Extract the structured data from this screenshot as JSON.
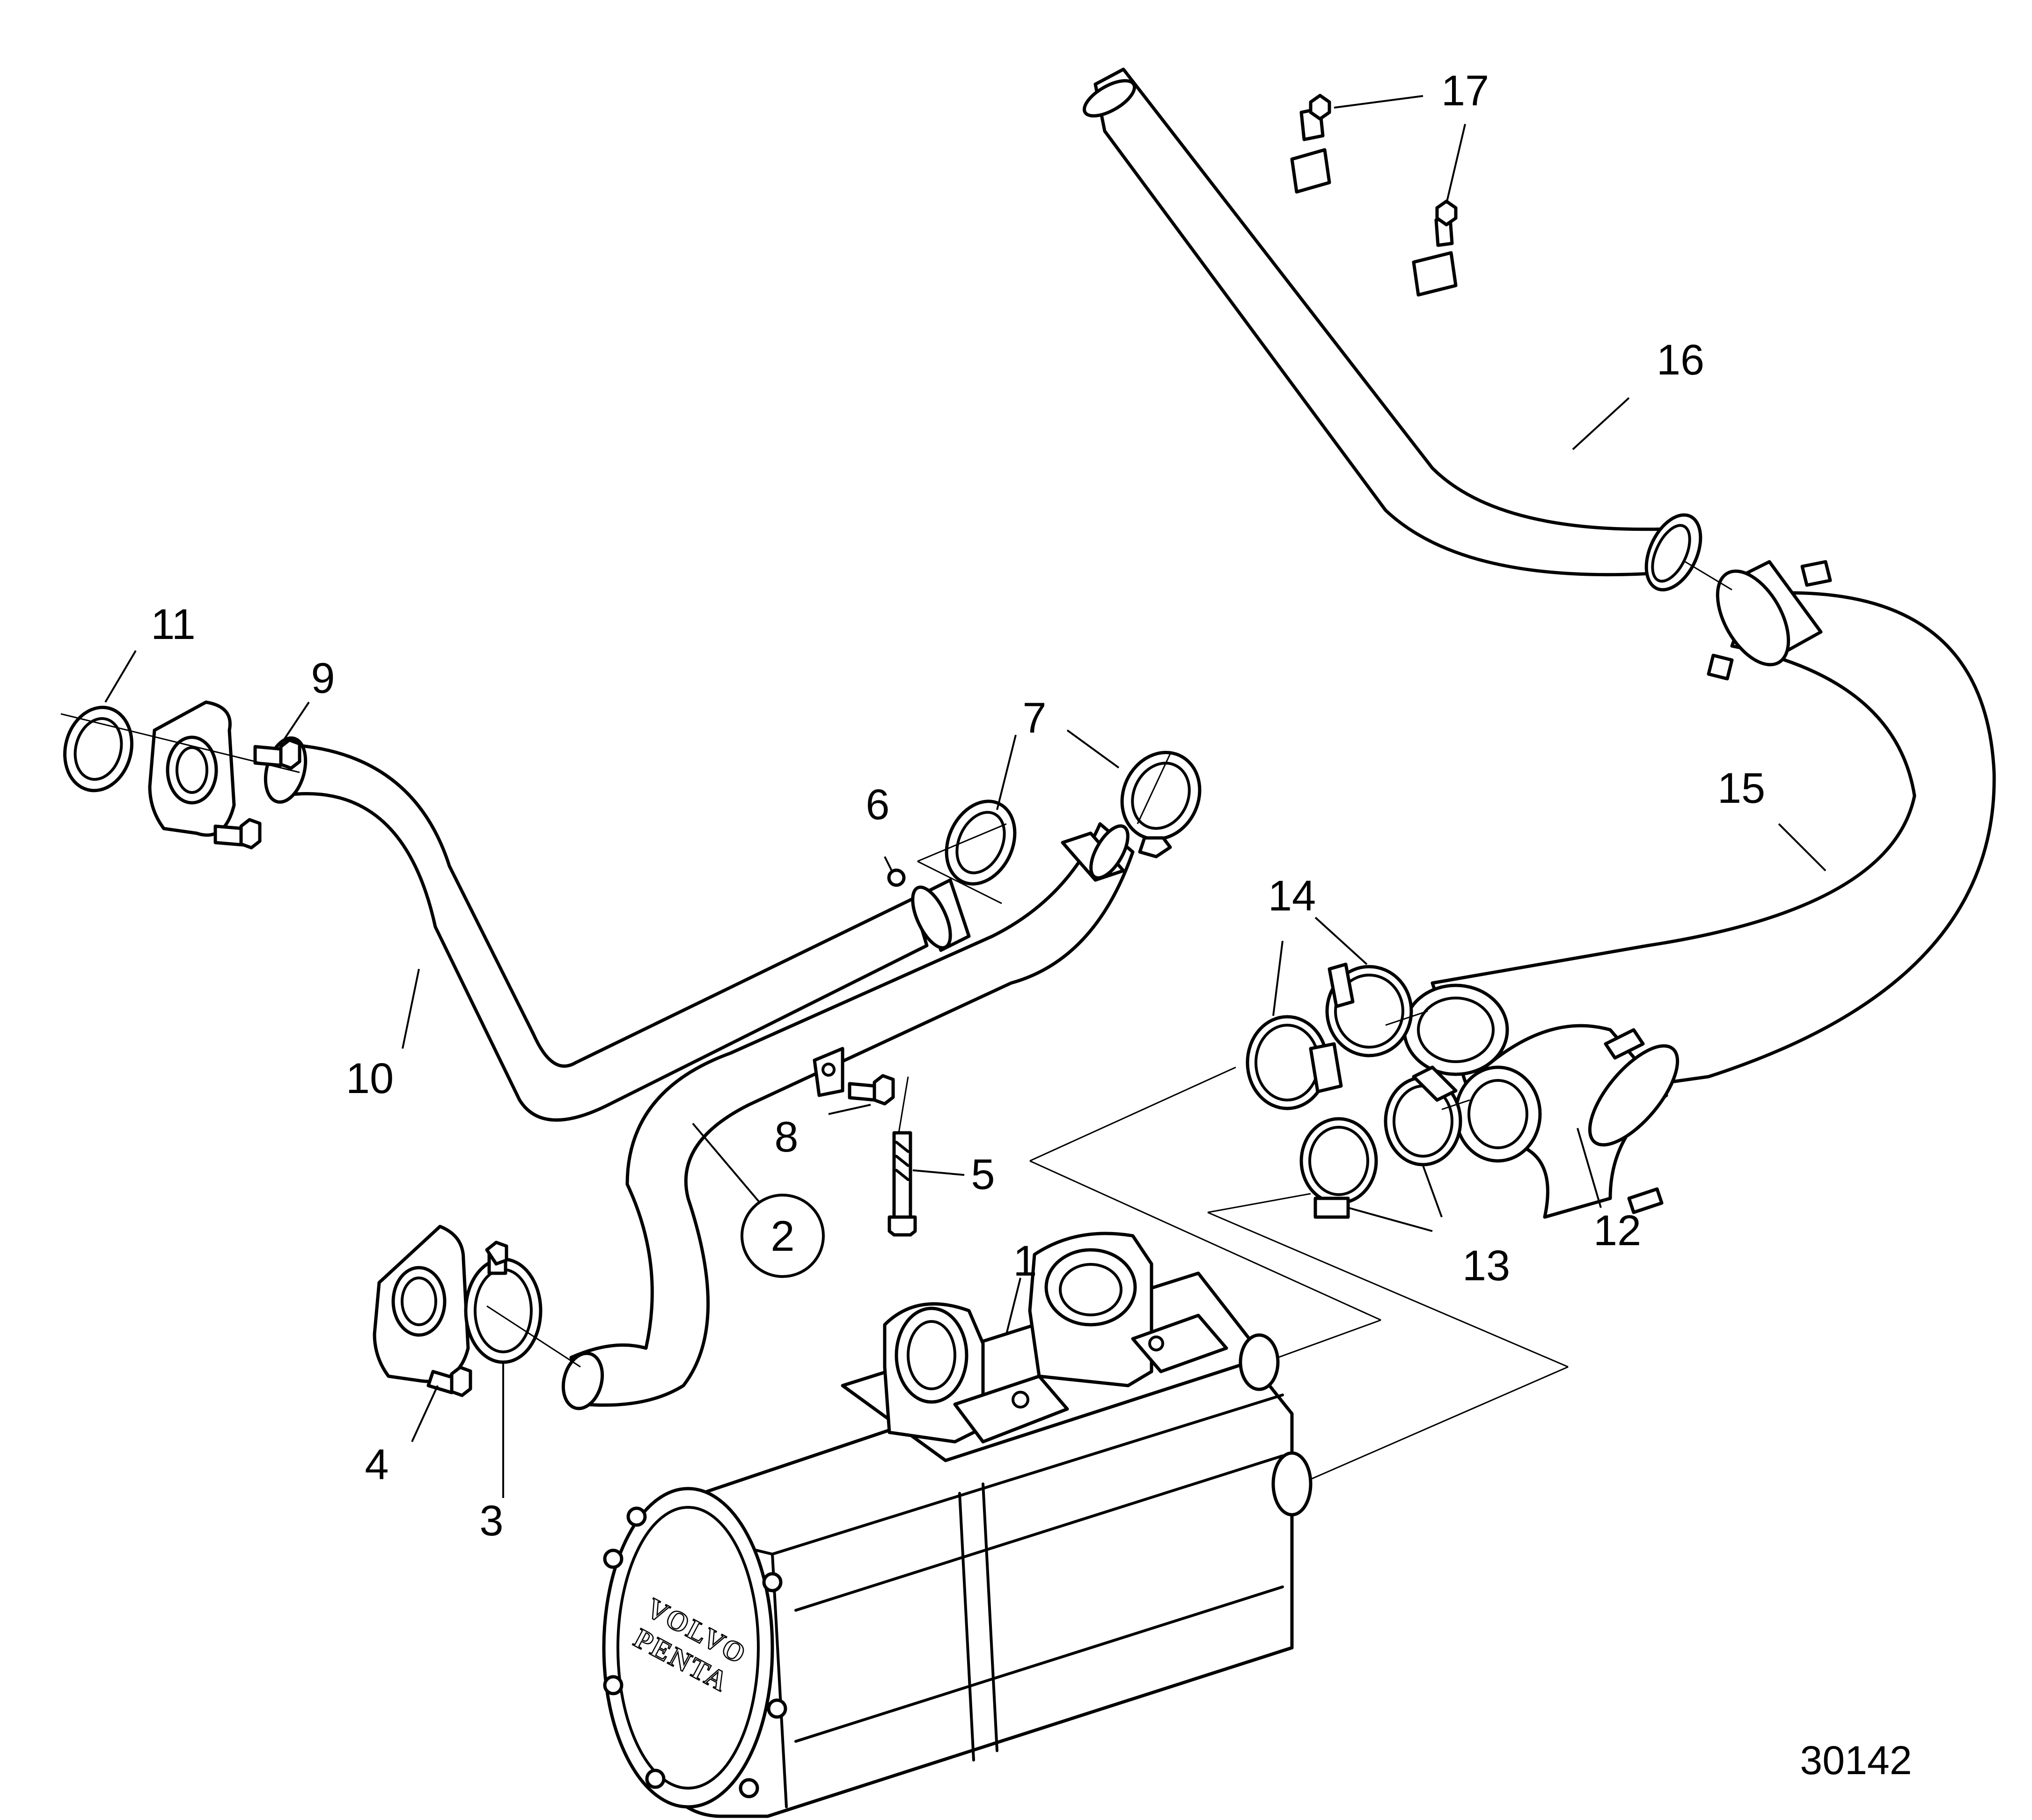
{
  "drawing_number": "30142",
  "brand_logo": [
    "VOLVO",
    "PENTA"
  ],
  "callouts": [
    {
      "id": "1",
      "label": "1",
      "part": "heat-exchanger"
    },
    {
      "id": "2",
      "label": "2",
      "part": "exhaust-pipe-assembly",
      "circled": true
    },
    {
      "id": "3",
      "label": "3",
      "part": "o-ring-lower"
    },
    {
      "id": "4",
      "label": "4",
      "part": "bolt-lower-flange"
    },
    {
      "id": "5",
      "label": "5",
      "part": "long-bolt"
    },
    {
      "id": "6",
      "label": "6",
      "part": "hose-clamp-small"
    },
    {
      "id": "7",
      "label": "7",
      "part": "o-ring-pipe-end"
    },
    {
      "id": "8",
      "label": "8",
      "part": "bracket-bolt"
    },
    {
      "id": "9",
      "label": "9",
      "part": "bolt-upper-flange"
    },
    {
      "id": "10",
      "label": "10",
      "part": "pipe-upper"
    },
    {
      "id": "11",
      "label": "11",
      "part": "o-ring-upper"
    },
    {
      "id": "12",
      "label": "12",
      "part": "elbow-hose"
    },
    {
      "id": "13",
      "label": "13",
      "part": "hose-clamp-pair-lower"
    },
    {
      "id": "14",
      "label": "14",
      "part": "hose-clamp-pair-upper"
    },
    {
      "id": "15",
      "label": "15",
      "part": "bent-hose"
    },
    {
      "id": "16",
      "label": "16",
      "part": "long-pipe"
    },
    {
      "id": "17",
      "label": "17",
      "part": "clip-bolt"
    }
  ]
}
